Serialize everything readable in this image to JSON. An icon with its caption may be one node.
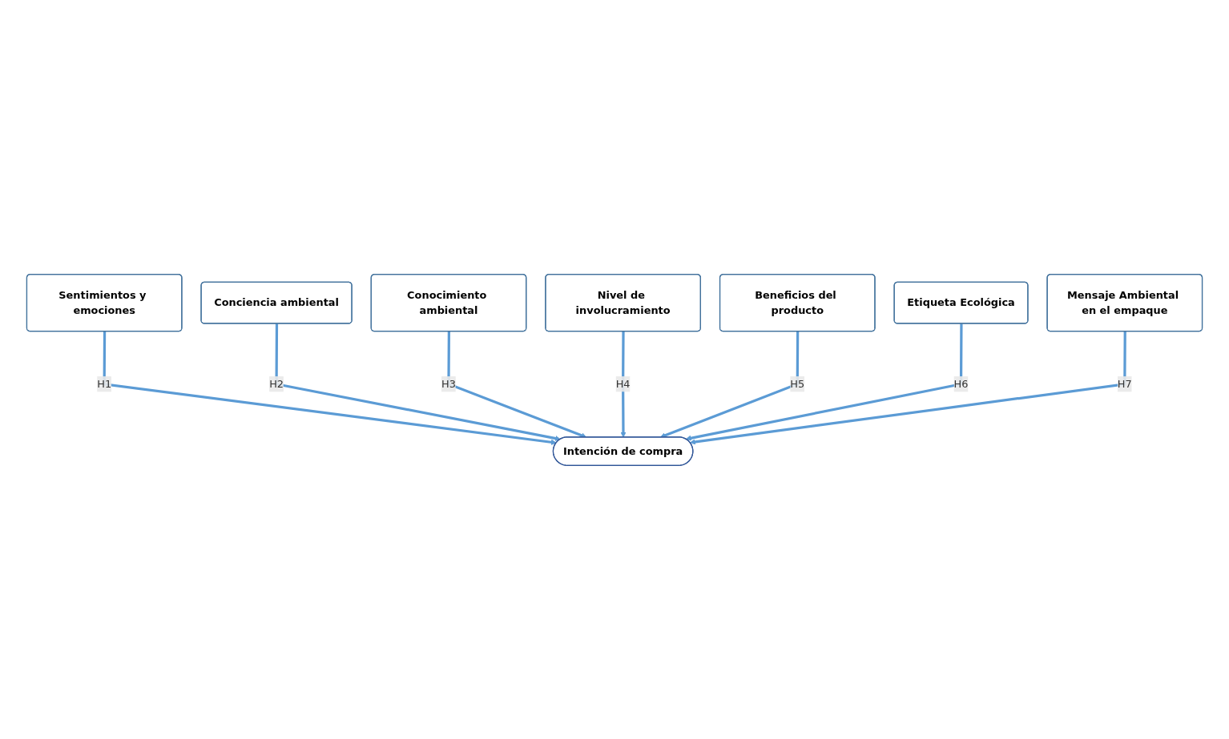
{
  "diagram": {
    "nodes": [
      {
        "text": [
          "Mensaje Ambiental en el empaque"
        ]
      },
      {
        "text": [
          "Etiqueta Ecológica"
        ]
      },
      {
        "text": [
          "Sentimientos y emociones"
        ]
      },
      {
        "text": [
          "Conciencia ambiental"
        ]
      },
      {
        "text": [
          "Beneficios del producto"
        ]
      },
      {
        "text": [
          "Nivel de involucramiento"
        ]
      },
      {
        "text": [
          "Conocimiento ambiental"
        ]
      },
      {
        "text": [
          "Intención de compra"
        ]
      }
    ],
    "edges": [
      {
        "from": 2,
        "to": 7,
        "arrow": "to",
        "label": "H1"
      },
      {
        "from": 3,
        "to": 7,
        "arrow": "to",
        "label": "H2"
      },
      {
        "from": 6,
        "to": 7,
        "arrow": "to",
        "label": "H3"
      },
      {
        "from": 5,
        "to": 7,
        "arrow": "to",
        "label": "H4"
      },
      {
        "from": 4,
        "to": 7,
        "arrow": "to",
        "label": "H5"
      },
      {
        "from": 1,
        "to": 7,
        "arrow": "to",
        "label": "H6"
      },
      {
        "from": 0,
        "to": 7,
        "arrow": "to",
        "label": "H7"
      }
    ]
  }
}
